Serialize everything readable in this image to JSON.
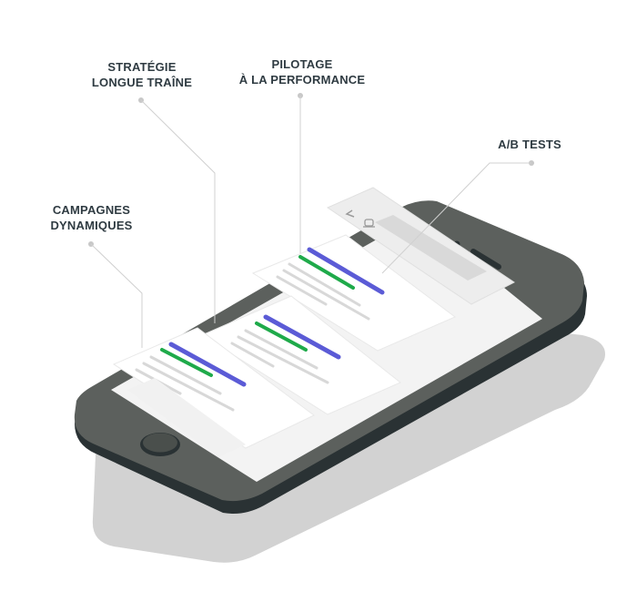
{
  "labels": {
    "campagnes": {
      "line1": "CAMPAGNES",
      "line2": "DYNAMIQUES"
    },
    "strategie": {
      "line1": "STRATÉGIE",
      "line2": "LONGUE TRAÎNE"
    },
    "pilotage": {
      "line1": "PILOTAGE",
      "line2": "À LA PERFORMANCE"
    },
    "abtests": {
      "line1": "A/B TESTS"
    }
  },
  "colors": {
    "phone_body": "#5c605d",
    "phone_edge": "#2a3234",
    "shadow": "#d2d2d2",
    "screen": "#f3f3f3",
    "card": "#ffffff",
    "accent_purple": "#5b5bd6",
    "accent_green": "#1faa4a",
    "text_line": "#d8d8d8",
    "connector": "#d0d0d0",
    "label_text": "#2f3b42"
  },
  "icons": [
    "chevron-left-icon",
    "bell-icon"
  ]
}
